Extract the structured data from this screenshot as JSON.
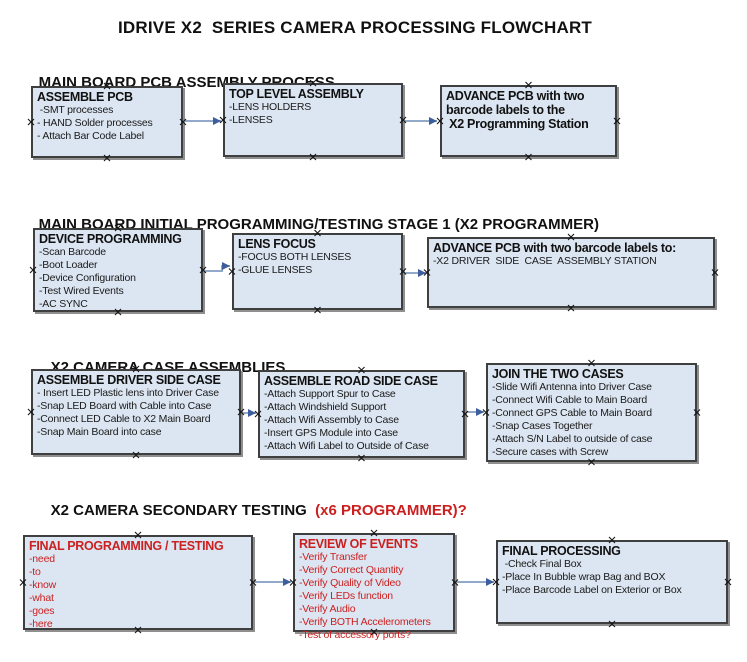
{
  "title": "IDRIVE X2  SERIES CAMERA PROCESSING FLOWCHART",
  "colors": {
    "box_fill": "#dce6f2",
    "box_border": "#3f3f3f",
    "arrow_line": "#93a9c9",
    "arrow_head": "#3d5e9c",
    "red_text": "#cc2020"
  },
  "sections": [
    {
      "heading": "MAIN BOARD PCB ASSEMBLY PROCESS",
      "boxes": [
        {
          "title": "ASSEMBLE PCB",
          "items": [
            " -SMT processes",
            "- HAND Solder processes",
            "- Attach Bar Code Label"
          ]
        },
        {
          "title": "TOP LEVEL ASSEMBLY",
          "items": [
            "-LENS HOLDERS",
            "-LENSES"
          ]
        },
        {
          "title": "ADVANCE PCB with two\nbarcode labels to the\n X2 Programming Station",
          "items": []
        }
      ]
    },
    {
      "heading": "MAIN BOARD INITIAL PROGRAMMING/TESTING STAGE 1 (X2 PROGRAMMER)",
      "boxes": [
        {
          "title": "DEVICE PROGRAMMING",
          "items": [
            "-Scan Barcode",
            "-Boot Loader",
            "-Device Configuration",
            "-Test Wired Events",
            "-AC SYNC"
          ]
        },
        {
          "title": "LENS FOCUS",
          "items": [
            "-FOCUS BOTH LENSES",
            "-GLUE LENSES"
          ]
        },
        {
          "title": "ADVANCE PCB with two barcode labels to:",
          "items": [
            "-X2 DRIVER  SIDE  CASE  ASSEMBLY STATION"
          ]
        }
      ]
    },
    {
      "heading": "X2 CAMERA CASE ASSEMBLIES",
      "boxes": [
        {
          "title": "ASSEMBLE DRIVER SIDE CASE",
          "items": [
            "- Insert LED Plastic lens into Driver Case",
            "-Snap LED Board with Cable into Case",
            "-Connect LED Cable to X2 Main Board",
            "-Snap Main Board into case"
          ]
        },
        {
          "title": "ASSEMBLE ROAD SIDE CASE",
          "items": [
            "-Attach Support Spur to Case",
            "-Attach Windshield Support",
            "-Attach Wifi Assembly to Case",
            "-Insert GPS Module into Case",
            "-Attach Wifi Label to Outside of Case"
          ]
        },
        {
          "title": "JOIN THE TWO CASES",
          "items": [
            "-Slide Wifi Antenna into Driver Case",
            "-Connect Wifi Cable to Main Board",
            "-Connect GPS Cable to Main Board",
            "-Snap Cases Together",
            "-Attach S/N Label to outside of case",
            "-Secure cases with Screw"
          ]
        }
      ]
    },
    {
      "heading": "X2 CAMERA SECONDARY TESTING",
      "heading_suffix": "  (x6 PROGRAMMER)?",
      "boxes": [
        {
          "title": "FINAL PROGRAMMING / TESTING",
          "items": [
            "-need",
            "-to",
            "-know",
            "-what",
            "-goes",
            "-here"
          ]
        },
        {
          "title": "REVIEW OF EVENTS",
          "items": [
            "-Verify Transfer",
            "-Verify Correct Quantity",
            "-Verify Quality of Video",
            "-Verify LEDs function",
            "-Verify Audio",
            "-Verify BOTH Accelerometers",
            "-Test of accessory ports?"
          ]
        },
        {
          "title": "FINAL PROCESSING",
          "items": [
            " -Check Final Box",
            "-Place In Bubble wrap Bag and BOX",
            "-Place Barcode Label on Exterior or Box"
          ]
        }
      ]
    }
  ]
}
